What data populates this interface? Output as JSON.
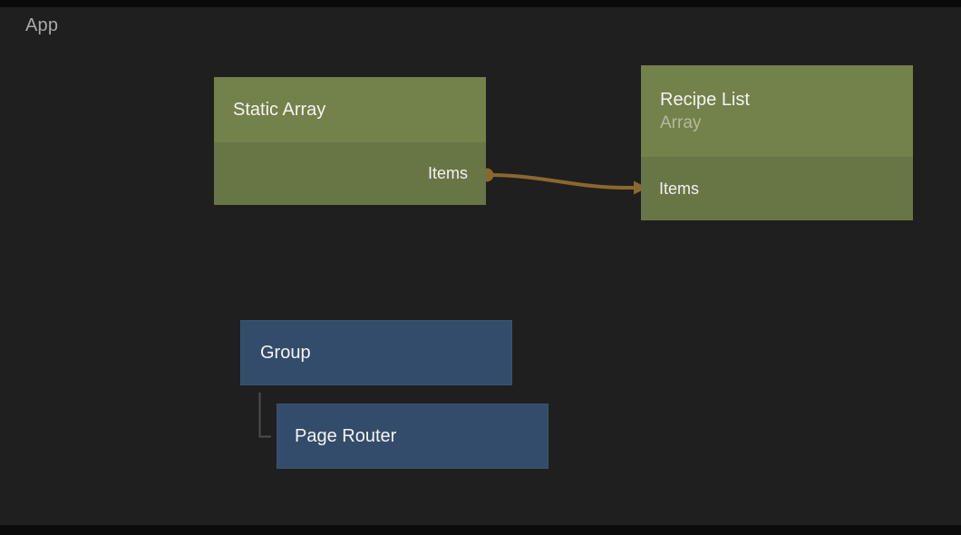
{
  "breadcrumb": {
    "label": "App"
  },
  "canvas": {
    "background_color": "#1f1f1f",
    "frame_color": "#0b0b0b",
    "hierarchy_line_color": "#4d4d4d"
  },
  "nodes": [
    {
      "id": "static-array",
      "title": "Static Array",
      "subtitle": "",
      "category_color_header": "#73814a",
      "category_color_body": "#687646",
      "ports": [
        {
          "name": "Items",
          "direction": "output"
        }
      ]
    },
    {
      "id": "recipe-list",
      "title": "Recipe List",
      "subtitle": "Array",
      "category_color_header": "#73814a",
      "category_color_body": "#687646",
      "ports": [
        {
          "name": "Items",
          "direction": "input"
        }
      ]
    },
    {
      "id": "group",
      "title": "Group",
      "subtitle": "",
      "category_color": "#344c6b",
      "ports": []
    },
    {
      "id": "page-router",
      "title": "Page Router",
      "subtitle": "",
      "category_color": "#344c6b",
      "ports": []
    }
  ],
  "connections": [
    {
      "from_node": "Static Array",
      "from_port": "Items",
      "to_node": "Recipe List",
      "to_port": "Items",
      "style": "data",
      "color": "#8a682c"
    },
    {
      "from_node": "Group",
      "to_node": "Page Router",
      "style": "hierarchy",
      "color": "#4d4d4d"
    }
  ]
}
